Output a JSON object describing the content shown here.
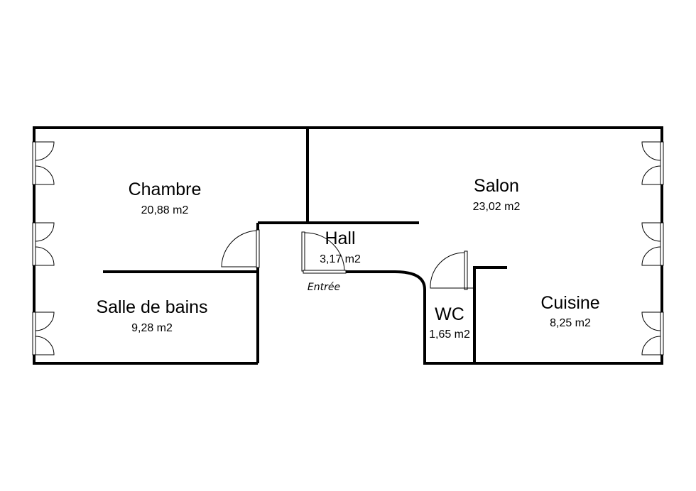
{
  "rooms": {
    "chambre": {
      "name": "Chambre",
      "area": "20,88 m2"
    },
    "salon": {
      "name": "Salon",
      "area": "23,02 m2"
    },
    "hall": {
      "name": "Hall",
      "area": "3,17 m2"
    },
    "salle_de_bains": {
      "name": "Salle de bains",
      "area": "9,28 m2"
    },
    "wc": {
      "name": "WC",
      "area": "1,65 m2"
    },
    "cuisine": {
      "name": "Cuisine",
      "area": "8,25 m2"
    }
  },
  "entrance": {
    "label": "Entrée"
  }
}
